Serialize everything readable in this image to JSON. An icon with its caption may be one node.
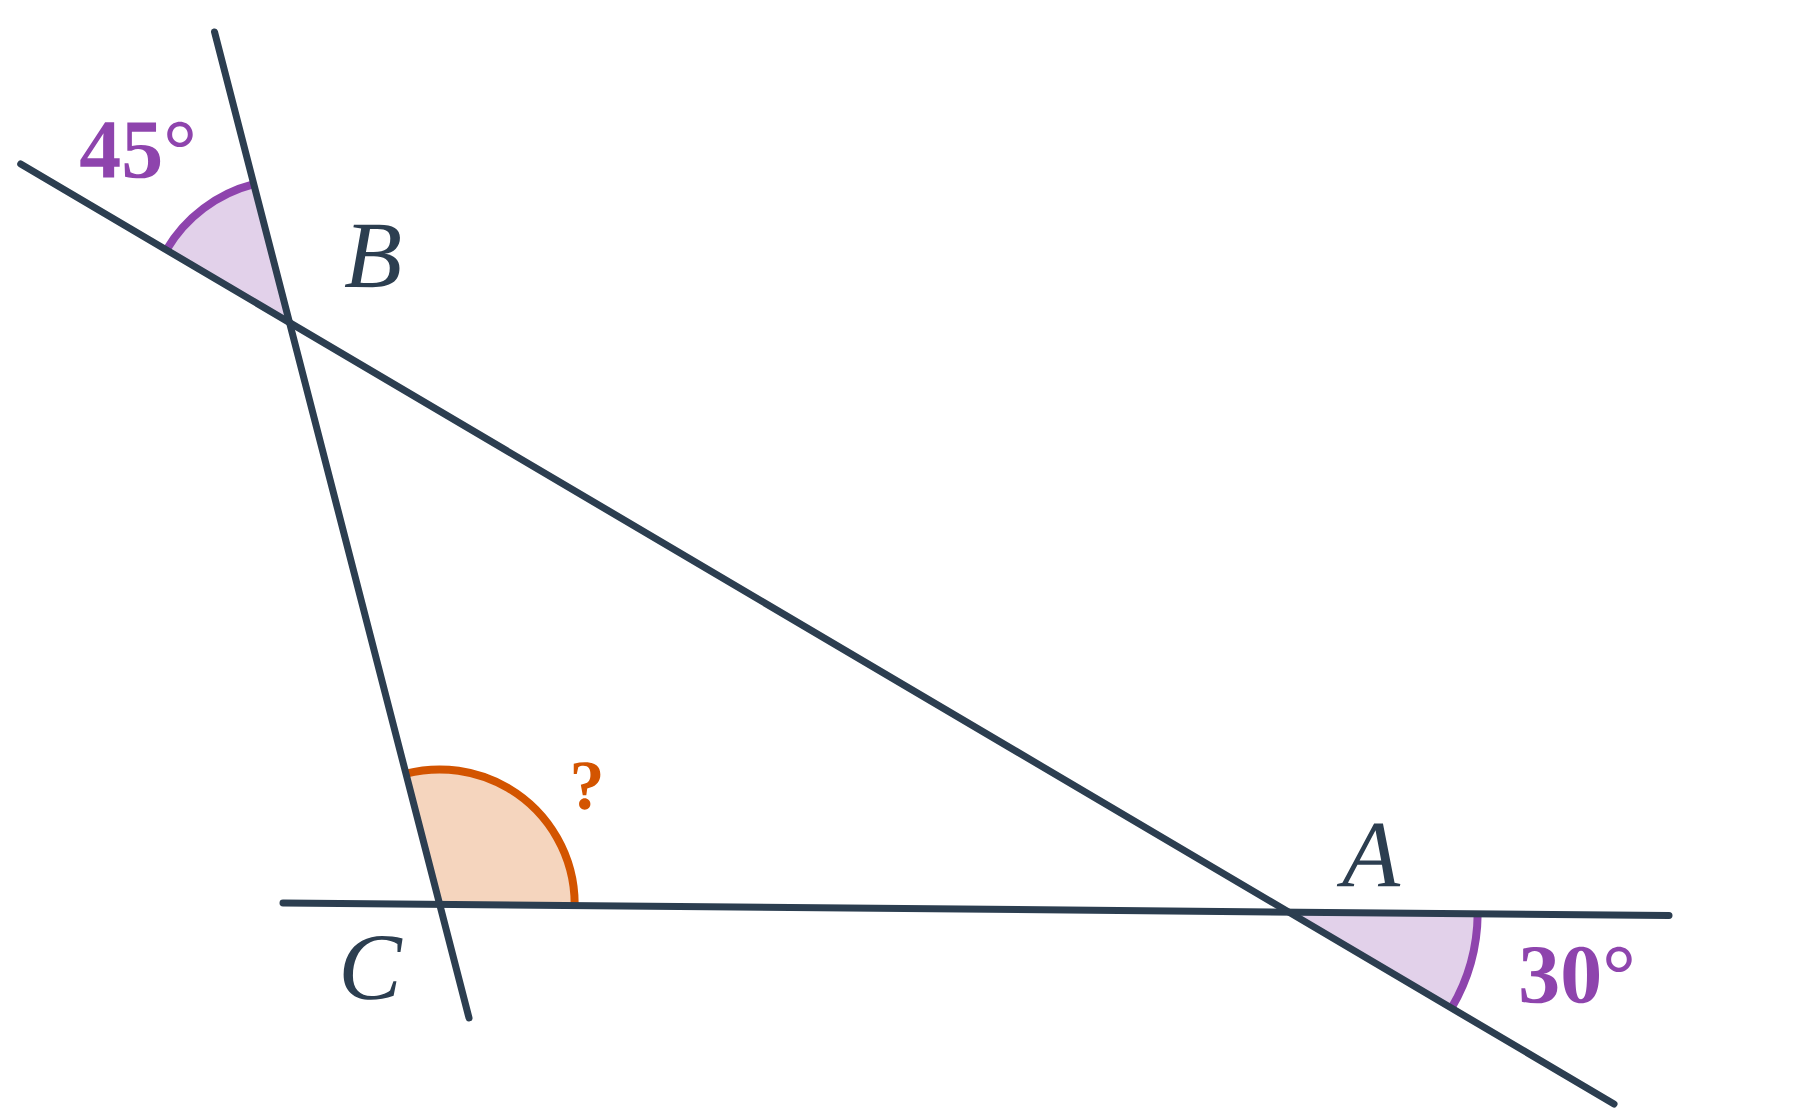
{
  "diagram": {
    "labels": [
      "45°",
      "B",
      "?",
      "A",
      "C",
      "30°"
    ]
  }
}
